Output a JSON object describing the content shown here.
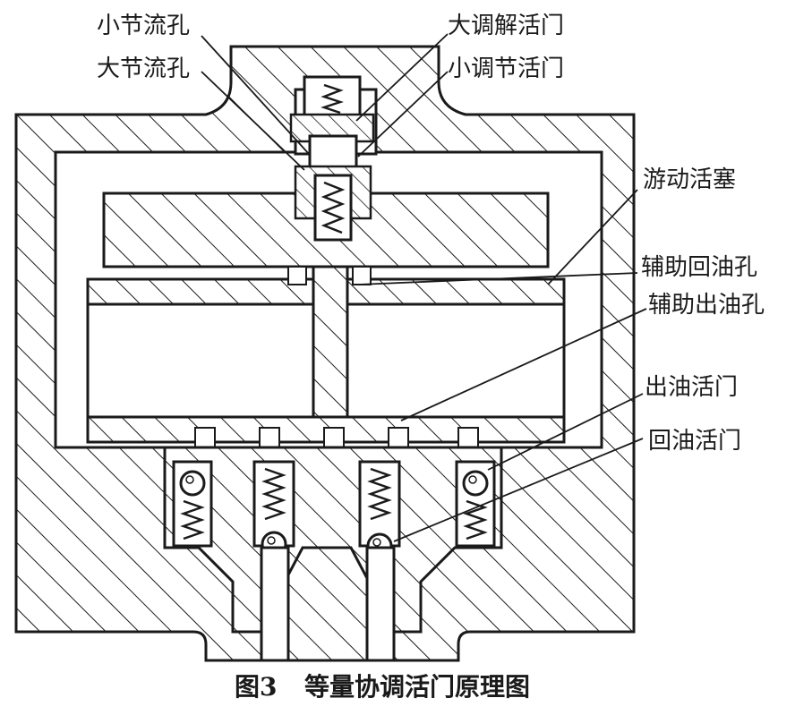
{
  "labels": {
    "small_orifice": "小节流孔",
    "large_orifice": "大节流孔",
    "large_adjust_valve": "大调解活门",
    "small_adjust_valve": "小调节活门",
    "floating_piston": "游动活塞",
    "aux_return_hole": "辅助回油孔",
    "aux_outlet_hole": "辅助出油孔",
    "outlet_valve": "出油活门",
    "return_valve": "回油活门"
  },
  "caption": {
    "figure_number": "图3",
    "title": "等量协调活门原理图"
  },
  "colors": {
    "ink": "#1a1a1a",
    "paper": "#ffffff"
  }
}
